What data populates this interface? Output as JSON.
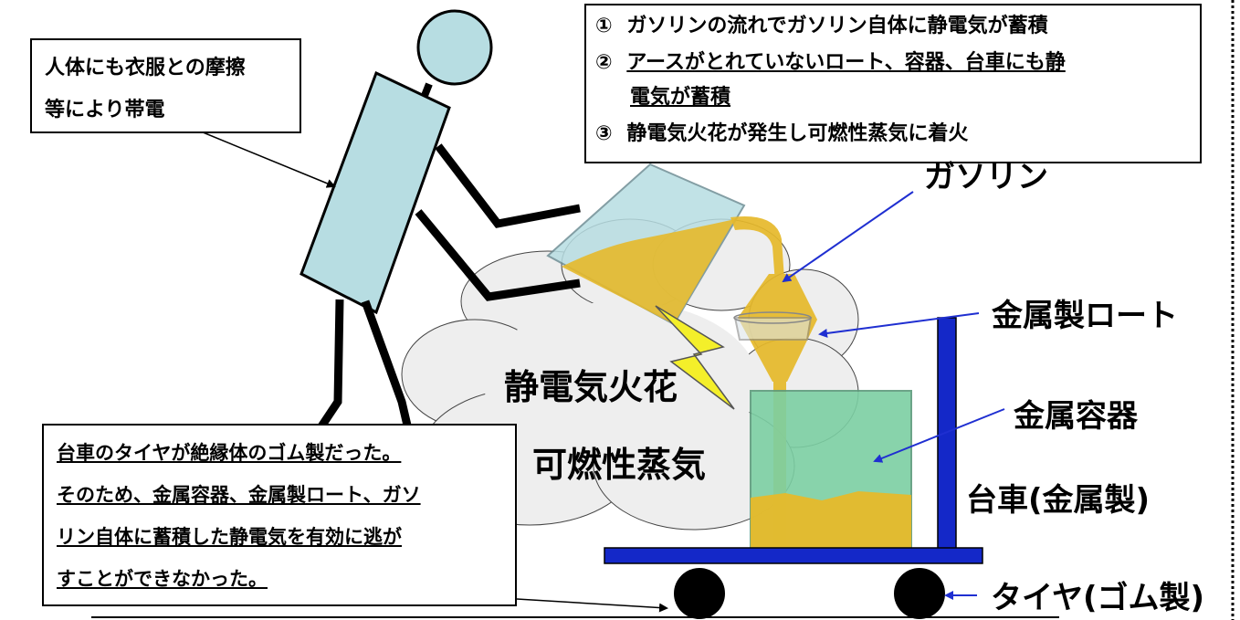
{
  "notes": {
    "human_static": [
      "人体にも衣服との摩擦",
      "等により帯電"
    ],
    "causes": {
      "items": [
        {
          "marker": "①",
          "text": "ガソリンの流れでガソリン自体に静電気が蓄積"
        },
        {
          "marker": "②",
          "text": "アースがとれていないロート、容器、台車にも静",
          "cont": "電気が蓄積"
        },
        {
          "marker": "③",
          "text": "静電気火花が発生し可燃性蒸気に着火"
        }
      ]
    },
    "cart_tires": [
      "台車のタイヤが絶縁体のゴム製だった。",
      "そのため、金属容器、金属製ロート、ガソ",
      "リン自体に蓄積した静電気を有効に逃が",
      "すことができなかった。"
    ]
  },
  "labels": {
    "gasoline": "ガソリン",
    "metal_funnel": "金属製ロート",
    "metal_container": "金属容器",
    "cart": "台車(金属製)",
    "tire": "タイヤ(ゴム製)",
    "spark": "静電気火花",
    "vapor": "可燃性蒸気"
  },
  "colors": {
    "body": "#b7dde2",
    "gasoline": "#e6b92a",
    "container": "#7ccfa3",
    "cart": "#1428c8",
    "arrow": "#1f2fd1",
    "cloud": "#eeeeee",
    "spark": "#f4ef2a"
  }
}
